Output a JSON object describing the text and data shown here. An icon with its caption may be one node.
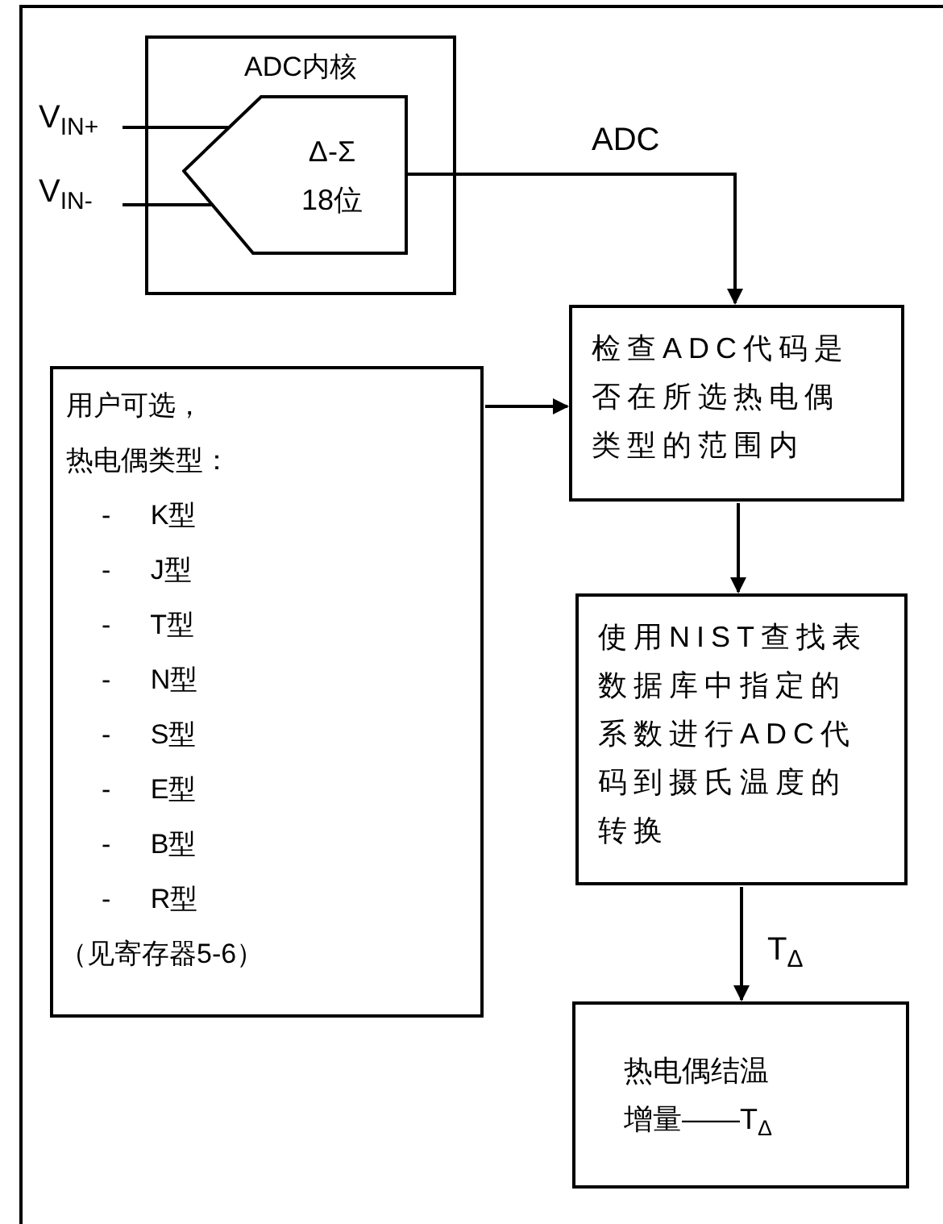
{
  "diagram": {
    "nodes": [
      {
        "text": [
          "ADC内核"
        ]
      },
      {
        "text": [
          "Δ-Σ 18位"
        ],
        "in": 0
      },
      {
        "text": [
          "V$_{IN+}$"
        ]
      },
      {
        "text": [
          "V$_{IN-}$"
        ]
      },
      {
        "text": [
          "检查ADC代码是否在所选热电偶类型的范围内"
        ]
      },
      {
        "text": [
          "用户可选，",
          "热电偶类型：",
          "- K型",
          "- J型",
          "- T型",
          "- N型",
          "- S型",
          "- E型",
          "- B型",
          "- R型",
          "（见寄存器5-6）"
        ]
      },
      {
        "text": [
          "使用NIST查找表数据库中指定的系数进行ADC代码到摄氏温度的转换"
        ]
      },
      {
        "text": [
          "热电偶结温增量——T$_{Δ}$"
        ]
      }
    ],
    "edges": [
      {
        "from": 2,
        "to": 1,
        "arrow": "none"
      },
      {
        "from": 3,
        "to": 1,
        "arrow": "none"
      },
      {
        "from": 1,
        "to": 4,
        "arrow": "to",
        "label": "ADC"
      },
      {
        "from": 5,
        "to": 4,
        "arrow": "to"
      },
      {
        "from": 4,
        "to": 6,
        "arrow": "to"
      },
      {
        "from": 6,
        "to": 7,
        "arrow": "to",
        "label": "T$_{Δ}$"
      }
    ]
  }
}
